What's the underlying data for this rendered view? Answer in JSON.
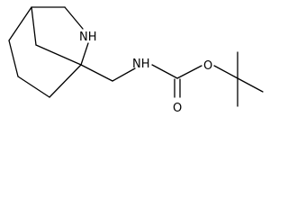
{
  "molecule": {
    "atom_labels": {
      "ring_nitrogen": "NH",
      "amide_nitrogen": "NH",
      "ester_oxygen": "O",
      "carbonyl_oxygen": "O"
    },
    "colors": {
      "bond": "#000000",
      "text": "#000000",
      "background": "#ffffff"
    }
  }
}
